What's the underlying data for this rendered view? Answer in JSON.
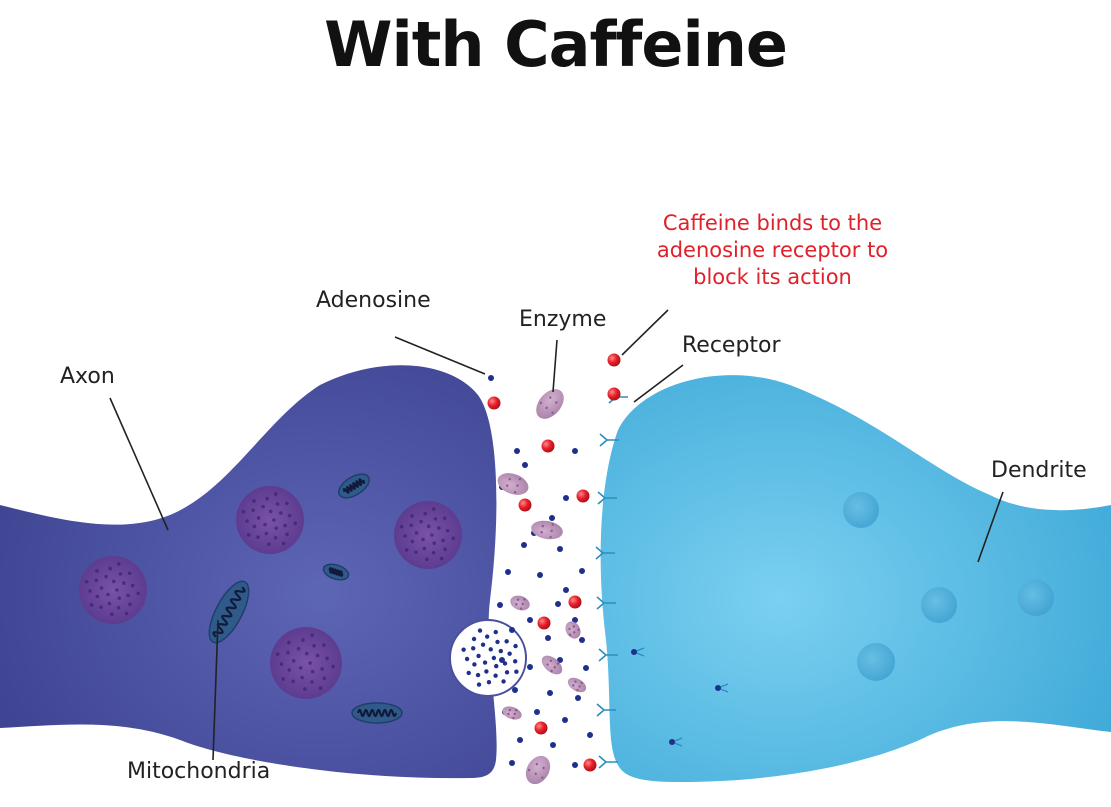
{
  "title": "With Caffeine",
  "labels": {
    "axon": "Axon",
    "adenosine": "Adenosine",
    "enzyme": "Enzyme",
    "receptor": "Receptor",
    "dendrite": "Dendrite",
    "mitochondria": "Mitochondria"
  },
  "annotation": {
    "lines": [
      "Caffeine binds to the",
      "adenosine receptor to",
      "block its action"
    ]
  },
  "colors": {
    "axon": "#4a4fa0",
    "dendrite": "#4ab3df",
    "caffeine": "#e8202b",
    "adenosine": "#1f2f8c",
    "enzyme": "#b98db8",
    "annotation_text": "#e0202a",
    "vesicle": "#6f4aa0",
    "mitochondrion": "#2f5a8a"
  }
}
